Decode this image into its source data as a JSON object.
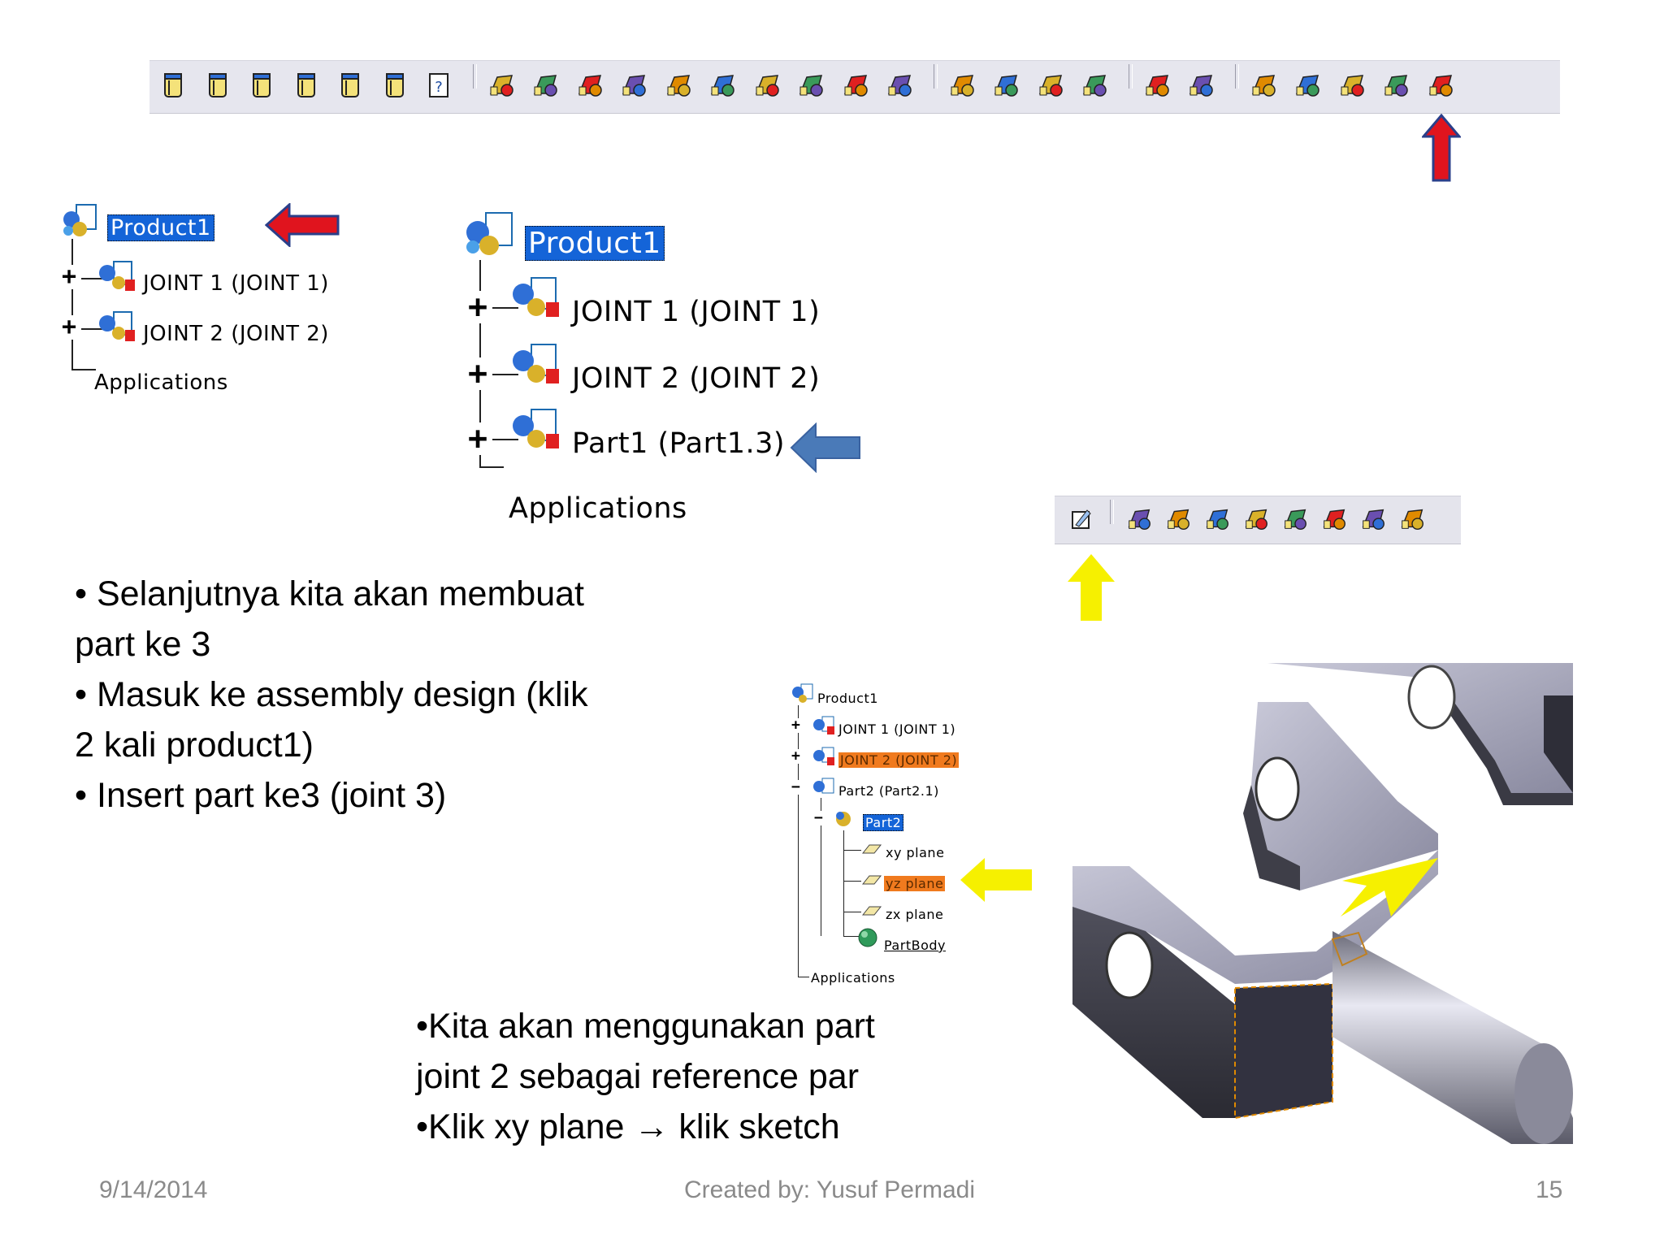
{
  "top_toolbar": {
    "icons": [
      "cylinder-icon",
      "cylinder-icon",
      "cylinder-icon",
      "cylinder-icon",
      "cylinder-icon",
      "cylinder-icon",
      "help-icon",
      "link-icon",
      "cube-icon",
      "gears-icon",
      "update-icon",
      "anchor-icon",
      "pencil-icon",
      "constraint-icon",
      "constraint-list-icon",
      "refresh-icon",
      "network-icon",
      "explode-icon",
      "stretch-icon",
      "cross-icon",
      "star-icon",
      "components-icon",
      "components-icon",
      "new-component-icon",
      "new-product-icon",
      "new-part-icon",
      "insert-existing-icon",
      "replace-icon"
    ]
  },
  "tree_small": {
    "root": "Product1",
    "items": [
      "JOINT 1 (JOINT 1)",
      "JOINT 2 (JOINT 2)"
    ],
    "applications": "Applications"
  },
  "tree_large": {
    "root": "Product1",
    "items": [
      "JOINT 1 (JOINT 1)",
      "JOINT 2 (JOINT 2)",
      "Part1 (Part1.3)"
    ],
    "applications": "Applications"
  },
  "tree_spec": {
    "root": "Product1",
    "joint1": "JOINT 1 (JOINT 1)",
    "joint2": "JOINT 2 (JOINT 2)",
    "part2": "Part2 (Part2.1)",
    "part2_sub": "Part2",
    "xy": "xy plane",
    "yz": "yz plane",
    "zx": "zx plane",
    "partbody": "PartBody",
    "applications": "Applications"
  },
  "sketch_toolbar": {
    "icons": [
      "sketch-icon",
      "pad-icon",
      "pocket-icon",
      "shaft-icon",
      "hole-icon",
      "rib-icon",
      "fillet-icon",
      "chamfer-icon",
      "measure-icon"
    ]
  },
  "bullets_left": {
    "line1": "• Selanjutnya kita akan membuat",
    "line2": "part ke 3",
    "line3": "• Masuk ke assembly design (klik",
    "line4": "2 kali product1)",
    "line5": "• Insert part ke3 (joint 3)"
  },
  "bullets_bottom": {
    "line1": "•Kita akan menggunakan part",
    "line2": "joint 2 sebagai reference par",
    "line3": "•Klik xy plane → klik sketch"
  },
  "footer": {
    "date": "9/14/2014",
    "credit": "Created by: Yusuf Permadi",
    "page": "15"
  },
  "colors": {
    "red_arrow": "#e0141e",
    "blue_arrow": "#4a7ab8",
    "yellow_arrow": "#f6f000",
    "selection": "#1464d8",
    "highlight": "#f07a1e"
  }
}
